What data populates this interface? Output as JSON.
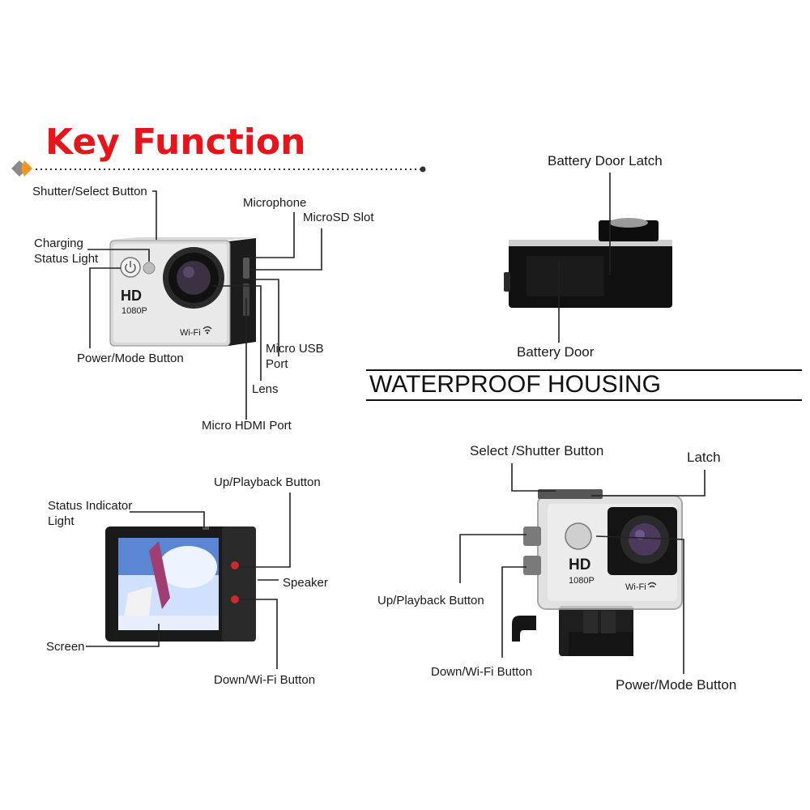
{
  "title": "Key Function",
  "colors": {
    "title": "#e8141b",
    "accent_orange": "#f7941d",
    "accent_gray": "#8a8a8a",
    "line": "#222222"
  },
  "front_view": {
    "shutter_select_button": "Shutter/Select Button",
    "charging_status_light": [
      "Charging",
      "Status Light"
    ],
    "power_mode_button": "Power/Mode Button",
    "microphone": "Microphone",
    "microsd_slot": "MicroSD Slot",
    "micro_usb_port": [
      "Micro USB",
      "Port"
    ],
    "lens": "Lens",
    "micro_hdmi_port": "Micro HDMI Port",
    "badge_hd": "HD",
    "badge_res": "1080P",
    "badge_wifi": "Wi-Fi"
  },
  "top_view": {
    "battery_door_latch": "Battery Door Latch",
    "battery_door": "Battery Door"
  },
  "housing_heading": "WATERPROOF HOUSING",
  "rear_view": {
    "status_indicator_light": [
      "Status Indicator",
      "Light"
    ],
    "up_playback_button": "Up/Playback Button",
    "speaker": "Speaker",
    "screen": "Screen",
    "down_wifi_button": "Down/Wi-Fi Button"
  },
  "housing_view": {
    "select_shutter_button": "Select /Shutter Button",
    "latch": "Latch",
    "up_playback_button": "Up/Playback Button",
    "down_wifi_button": "Down/Wi-Fi Button",
    "power_mode_button": "Power/Mode Button",
    "badge_hd": "HD",
    "badge_res": "1080P",
    "badge_wifi": "Wi-Fi"
  }
}
